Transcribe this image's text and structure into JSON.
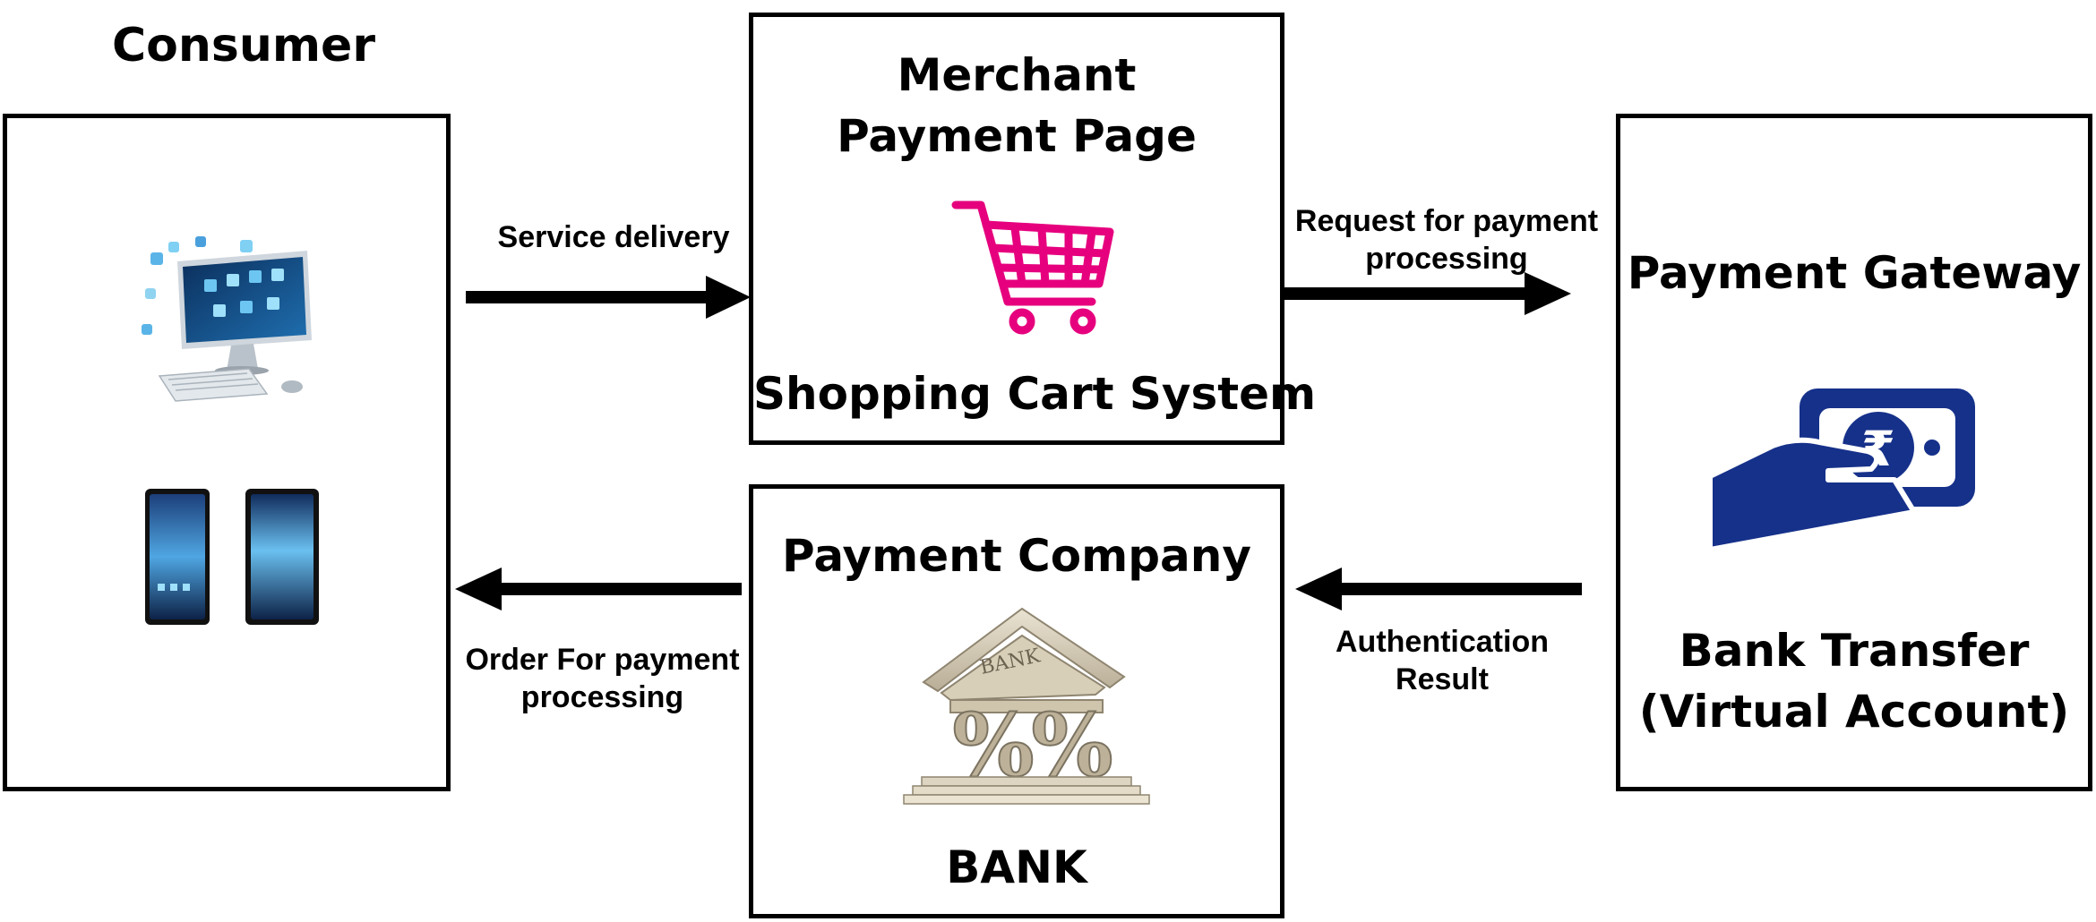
{
  "consumer": {
    "heading": "Consumer"
  },
  "merchant": {
    "title_line1": "Merchant",
    "title_line2": "Payment Page",
    "subtitle": "Shopping Cart System",
    "cart_icon_color": "#e6007e"
  },
  "gateway": {
    "title": "Payment Gateway",
    "method_line1": "Bank Transfer",
    "method_line2": "(Virtual Account)",
    "icon_color": "#16318a"
  },
  "company": {
    "title": "Payment Company",
    "subtitle": "BANK",
    "bank_sign": "BANK"
  },
  "arrows": {
    "service_delivery": "Service delivery",
    "request_line1": "Request for payment",
    "request_line2": "processing",
    "auth_line1": "Authentication",
    "auth_line2": "Result",
    "order_line1": "Order For payment",
    "order_line2": "processing"
  }
}
